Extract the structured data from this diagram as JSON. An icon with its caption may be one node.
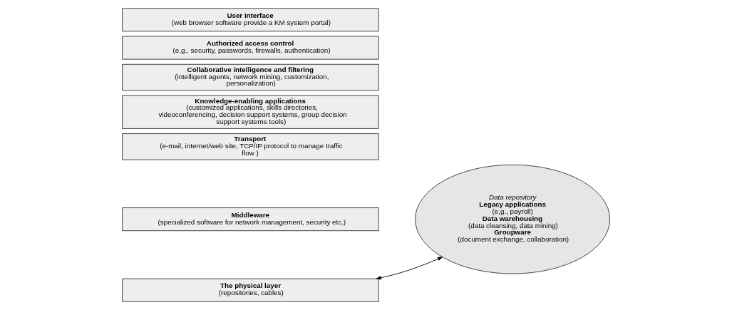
{
  "diagram": {
    "nodes": [
      {
        "text": [
          "User interface",
          "(web browser software provide a KM system portal)"
        ]
      },
      {
        "text": [
          "Authorized access control",
          "(e.g., security, passwords, firewalls, authentication)"
        ]
      },
      {
        "text": [
          "Collaborative intelligence and filtering",
          "(intelligent agents, network mining, customization, personalization)"
        ]
      },
      {
        "text": [
          "Knowledge-enabling applications",
          "(customized applications, skills directories, videoconferencing, decision support systems, group decision support systems tools)"
        ]
      },
      {
        "text": [
          "Transport",
          "(e-mail, internet/web site, TCP/IP protocol to manage traffic flow )"
        ]
      },
      {
        "text": [
          "Middleware",
          "(specialized software for network management, security etc.)"
        ]
      },
      {
        "text": [
          "The physical layer",
          "(repositories, cables)"
        ]
      },
      {
        "text": [
          "Data repository",
          "Legacy applications",
          "(e,g., payroll)",
          "Data warehousing",
          "(data cleansing, data mining)",
          "Groupware",
          "(document exchange, collaboration)"
        ]
      }
    ],
    "edges": [
      {
        "from": 6,
        "to": 7,
        "arrow": "both"
      }
    ]
  }
}
